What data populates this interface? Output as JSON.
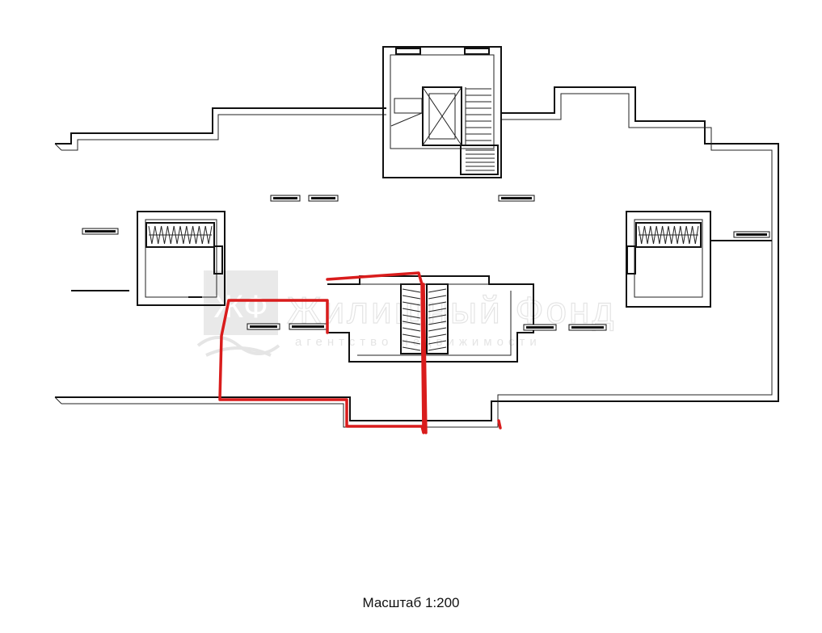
{
  "plan": {
    "scale_caption": "Масштаб 1:200",
    "highlight_color": "#d91c1c",
    "wall_color": "#111111"
  },
  "watermark": {
    "monogram": "ЖФ",
    "name": "Жилищный Фонд",
    "tagline": "агентство недвижимости",
    "color": "#d8d8d8"
  }
}
